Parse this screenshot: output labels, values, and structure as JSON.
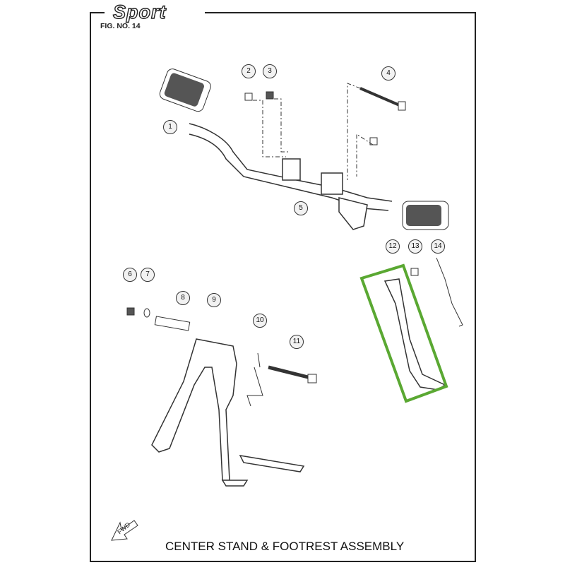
{
  "header": {
    "brand": "Sport",
    "figure_number": "FIG. NO. 14"
  },
  "footer": {
    "title": "CENTER STAND & FOOTREST ASSEMBLY",
    "direction_label": "FWD"
  },
  "callouts": [
    "1",
    "2",
    "3",
    "4",
    "5",
    "6",
    "7",
    "8",
    "9",
    "10",
    "11",
    "12",
    "13",
    "14"
  ],
  "highlight": {
    "part": "12",
    "color": "#5aa832"
  }
}
